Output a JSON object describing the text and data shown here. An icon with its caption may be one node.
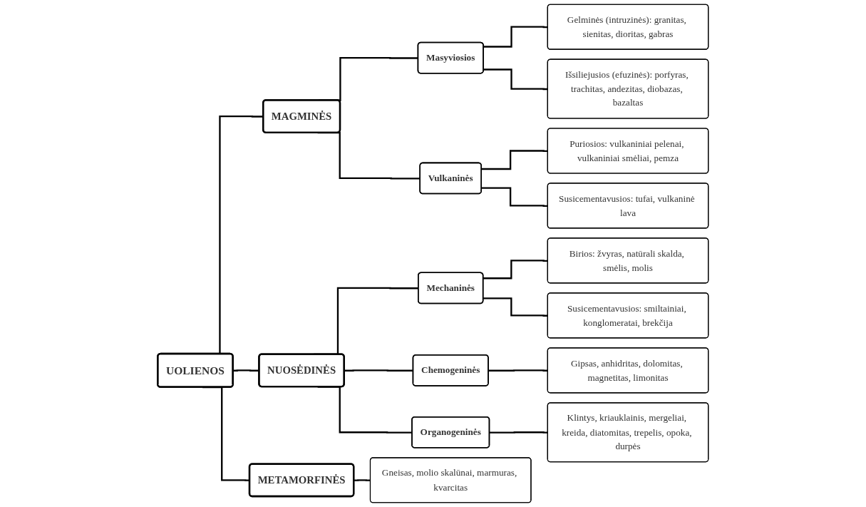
{
  "diagram": {
    "nodes": [
      {
        "text": [
          "UOLIENOS"
        ]
      },
      {
        "text": [
          "MAGMINĖS"
        ]
      },
      {
        "text": [
          "Masyviosios"
        ]
      },
      {
        "text": [
          "Gelminės (intruzinės): granitas, sienitas, dioritas, gabras"
        ]
      },
      {
        "text": [
          "Išsiliejusios (efuzinės): porfyras, trachitas, andezitas, diobazas, bazaltas"
        ]
      },
      {
        "text": [
          "Vulkaninės"
        ]
      },
      {
        "text": [
          "Puriosios: vulkaniniai pelenai, vulkaniniai smėliai, pemza"
        ]
      },
      {
        "text": [
          "Susicementavusios: tufai, vulkaninė lava"
        ]
      },
      {
        "text": [
          "NUOSĖDINĖS"
        ]
      },
      {
        "text": [
          "Mechaninės"
        ]
      },
      {
        "text": [
          "Birios: žvyras, natūrali skalda, smėlis, molis"
        ]
      },
      {
        "text": [
          "Susicementavusios: smiltainiai, konglomeratai, brekčija"
        ]
      },
      {
        "text": [
          "Chemogeninės"
        ]
      },
      {
        "text": [
          "Gipsas, anhidritas, dolomitas, magnetitas, limonitas"
        ]
      },
      {
        "text": [
          "Organogeninės"
        ]
      },
      {
        "text": [
          "Klintys, kriauklainis, mergeliai, kreida, diatomitas, trepelis, opoka, durpės"
        ]
      },
      {
        "text": [
          "METAMORFINĖS"
        ]
      },
      {
        "text": [
          "Gneisas, molio skalūnai, marmuras, kvarcitas"
        ]
      }
    ],
    "edges": [
      {
        "from": 0,
        "to": 1,
        "arrow": "none"
      },
      {
        "from": 0,
        "to": 8,
        "arrow": "none"
      },
      {
        "from": 0,
        "to": 16,
        "arrow": "none"
      },
      {
        "from": 1,
        "to": 2,
        "arrow": "none"
      },
      {
        "from": 1,
        "to": 5,
        "arrow": "none"
      },
      {
        "from": 2,
        "to": 3,
        "arrow": "none"
      },
      {
        "from": 2,
        "to": 4,
        "arrow": "none"
      },
      {
        "from": 5,
        "to": 6,
        "arrow": "none"
      },
      {
        "from": 5,
        "to": 7,
        "arrow": "none"
      },
      {
        "from": 8,
        "to": 9,
        "arrow": "none"
      },
      {
        "from": 8,
        "to": 12,
        "arrow": "none"
      },
      {
        "from": 8,
        "to": 14,
        "arrow": "none"
      },
      {
        "from": 9,
        "to": 10,
        "arrow": "none"
      },
      {
        "from": 9,
        "to": 11,
        "arrow": "none"
      },
      {
        "from": 12,
        "to": 13,
        "arrow": "none"
      },
      {
        "from": 14,
        "to": 15,
        "arrow": "none"
      },
      {
        "from": 16,
        "to": 17,
        "arrow": "none"
      }
    ]
  }
}
